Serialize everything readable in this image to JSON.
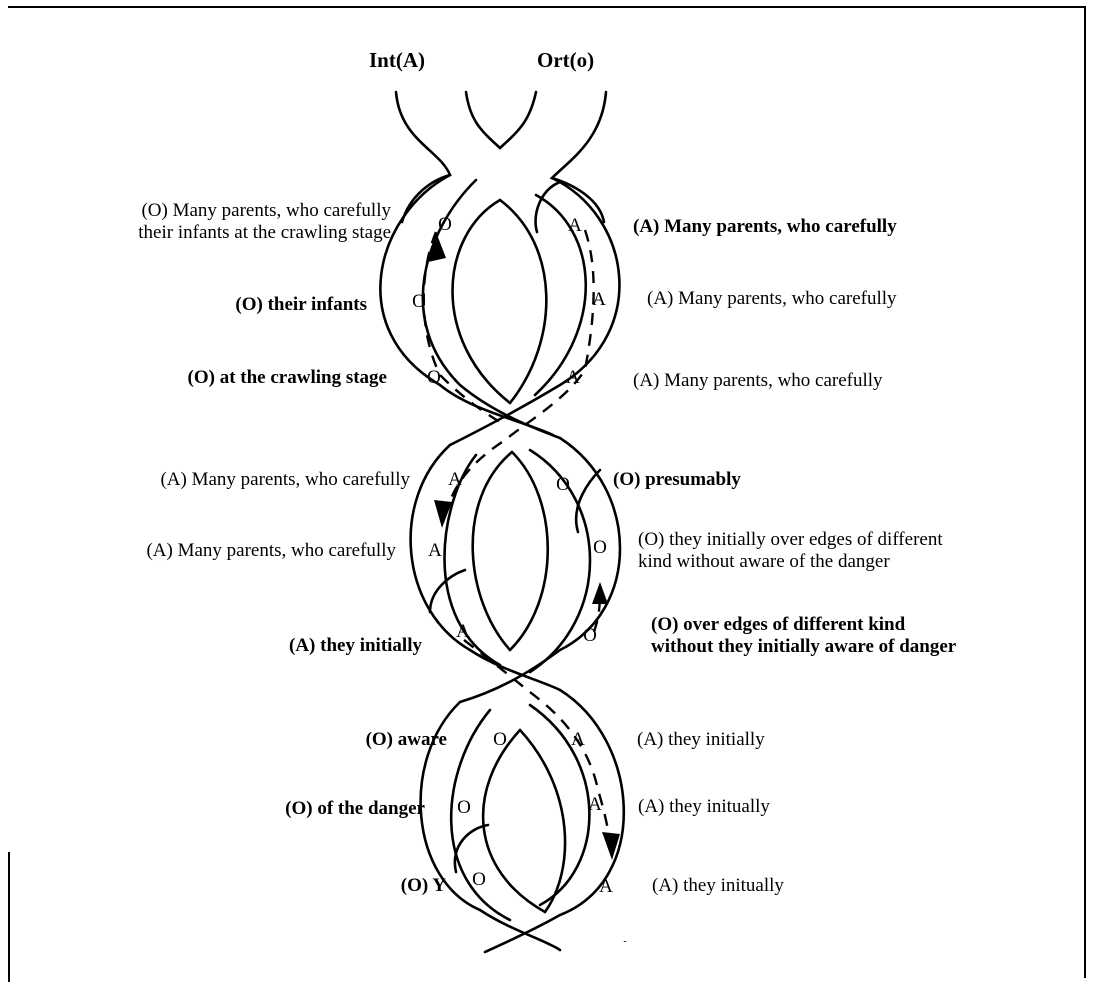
{
  "headers": {
    "int": "Int(A)",
    "ort": "Ort(o)"
  },
  "left_labels": [
    {
      "line1": "(O) Many parents, who carefully",
      "line2": "their infants at the crawling stage"
    },
    {
      "line1": "(O) their infants"
    },
    {
      "line1": "(O) at the crawling stage"
    },
    {
      "line1": "(A) Many parents, who carefully"
    },
    {
      "line1": "(A) Many parents, who carefully"
    },
    {
      "line1": "(A) they initially"
    },
    {
      "line1": "(O) aware"
    },
    {
      "line1": "(O) of the danger"
    },
    {
      "line1": "(O) Y"
    }
  ],
  "right_labels": [
    {
      "line1": "(A) Many parents, who carefully"
    },
    {
      "line1": "(A) Many parents, who carefully"
    },
    {
      "line1": "(A) Many parents, who carefully"
    },
    {
      "line1": "(O) presumably"
    },
    {
      "line1": "(O) they initially over edges of different",
      "line2": "kind without aware of the danger"
    },
    {
      "line1": "(O) over edges of different kind",
      "line2": "without they initially aware of danger"
    },
    {
      "line1": "(A) they initially"
    },
    {
      "line1": "(A) they initually"
    },
    {
      "line1": "(A) they initually"
    }
  ],
  "markers": [
    "O",
    "A",
    "O",
    "A",
    "O",
    "A",
    "A",
    "O",
    "A",
    "O",
    "A",
    "O",
    "O",
    "A",
    "O",
    "A",
    "O",
    "A"
  ]
}
